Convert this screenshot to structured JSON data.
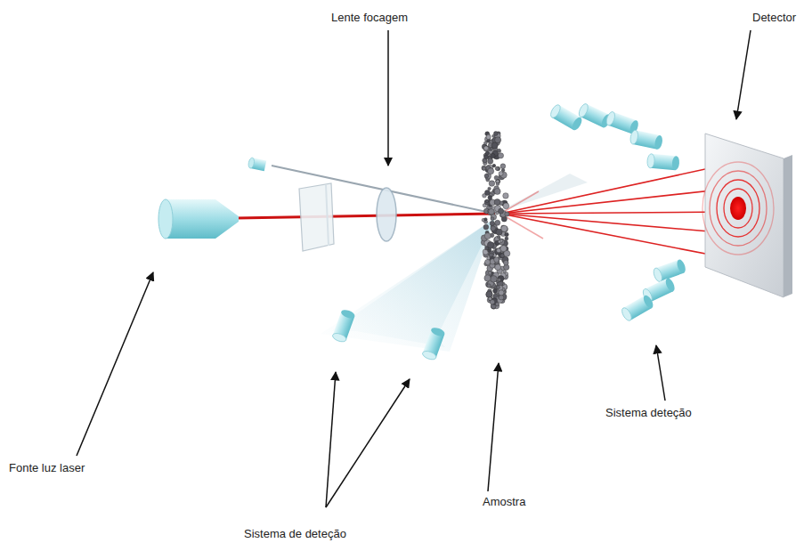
{
  "diagram": {
    "labels": [
      "Lente focagem",
      "Detector",
      "Sistema deteção",
      "Fonte luz laser",
      "Amostra",
      "Sistema de deteção"
    ]
  }
}
